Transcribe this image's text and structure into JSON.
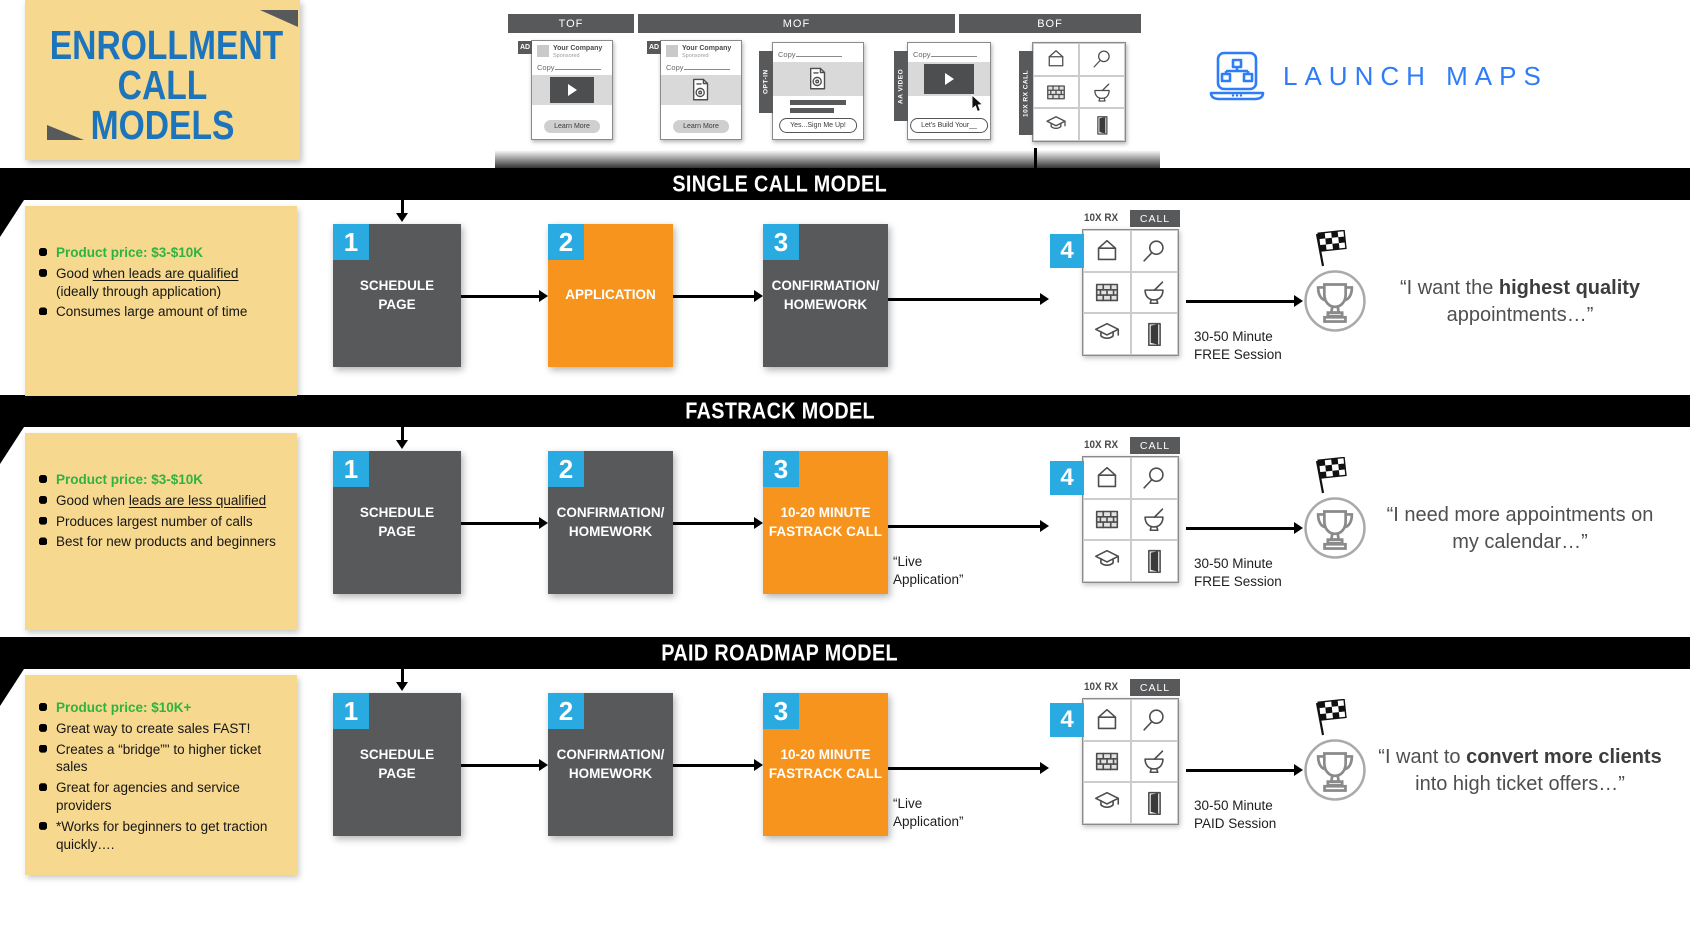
{
  "colors": {
    "yellow": "#f6d88e",
    "blue_title": "#1c75bc",
    "orange": "#f7941e",
    "badge_blue": "#29abe2",
    "box_gray": "#58595b",
    "green": "#2fb340",
    "logo_blue": "#2e7df7"
  },
  "title": {
    "line1": "ENROLLMENT",
    "line2": "CALL MODELS"
  },
  "logo": {
    "text": "LAUNCH MAPS"
  },
  "funnel": {
    "tof": "TOF",
    "mof": "MOF",
    "bof": "BOF",
    "ad_label": "AD",
    "video_ad": {
      "company": "Your Company",
      "sponsored": "Sponsored",
      "copy": "Copy",
      "cta": "Learn More"
    },
    "image_ad": {
      "company": "Your Company",
      "sponsored": "Sponsored",
      "copy": "Copy",
      "cta": "Learn More"
    },
    "optin": {
      "tab": "OPT-IN",
      "copy": "Copy",
      "cta": "Yes...Sign Me Up!"
    },
    "aa_video": {
      "tab": "AA VIDEO",
      "copy": "Copy",
      "cta": "Let's Build Your__"
    },
    "rx_call": {
      "tab": "10X RX CALL"
    }
  },
  "models": [
    {
      "header": "SINGLE CALL MODEL",
      "notes": [
        {
          "text": "Product price: $3-$10K",
          "green": true
        },
        {
          "text": "Good when leads are qualified (ideally through application)",
          "underline": "when leads are qualified"
        },
        {
          "text": "Consumes large amount of time"
        }
      ],
      "steps": [
        {
          "num": "1",
          "label": "SCHEDULE\nPAGE"
        },
        {
          "num": "2",
          "label": "APPLICATION"
        },
        {
          "num": "3",
          "label": "CONFIRMATION/\nHOMEWORK"
        }
      ],
      "step4": {
        "num": "4",
        "label_left": "10X RX",
        "label_right": "CALL"
      },
      "session": "30-50 Minute\nFREE Session",
      "live_caption": "",
      "quote": [
        {
          "text": "“I want the "
        },
        {
          "text": "highest quality",
          "bold": true
        },
        {
          "text": " appointments…”"
        }
      ]
    },
    {
      "header": "FASTRACK MODEL",
      "notes": [
        {
          "text": "Product price: $3-$10K",
          "green": true
        },
        {
          "text": "Good when leads are less qualified",
          "underline": "leads are less qualified"
        },
        {
          "text": "Produces largest number of calls"
        },
        {
          "text": "Best for new products and beginners"
        }
      ],
      "steps": [
        {
          "num": "1",
          "label": "SCHEDULE\nPAGE"
        },
        {
          "num": "2",
          "label": "CONFIRMATION/\nHOMEWORK"
        },
        {
          "num": "3",
          "label": "10-20 MINUTE\nFASTRACK CALL"
        }
      ],
      "step4": {
        "num": "4",
        "label_left": "10X RX",
        "label_right": "CALL"
      },
      "session": "30-50 Minute\nFREE Session",
      "live_caption": "“Live\nApplication”",
      "quote": [
        {
          "text": "“I need more appointments on my calendar…”"
        }
      ]
    },
    {
      "header": "PAID ROADMAP MODEL",
      "notes": [
        {
          "text": "Product price: $10K+",
          "green": true
        },
        {
          "text": "Great way to create sales FAST!"
        },
        {
          "text": "Creates a “bridge”\" to higher ticket sales"
        },
        {
          "text": "Great for agencies and service providers"
        },
        {
          "text": "*Works for beginners to get traction quickly…."
        }
      ],
      "steps": [
        {
          "num": "1",
          "label": "SCHEDULE\nPAGE"
        },
        {
          "num": "2",
          "label": "CONFIRMATION/\nHOMEWORK"
        },
        {
          "num": "3",
          "label": "10-20 MINUTE\nFASTRACK CALL"
        }
      ],
      "step4": {
        "num": "4",
        "label_left": "10X RX",
        "label_right": "CALL"
      },
      "session": "30-50 Minute\nPAID Session",
      "live_caption": "“Live\nApplication”",
      "quote": [
        {
          "text": "“I want to "
        },
        {
          "text": "convert more clients",
          "bold": true
        },
        {
          "text": " into high ticket offers…”"
        }
      ]
    }
  ]
}
